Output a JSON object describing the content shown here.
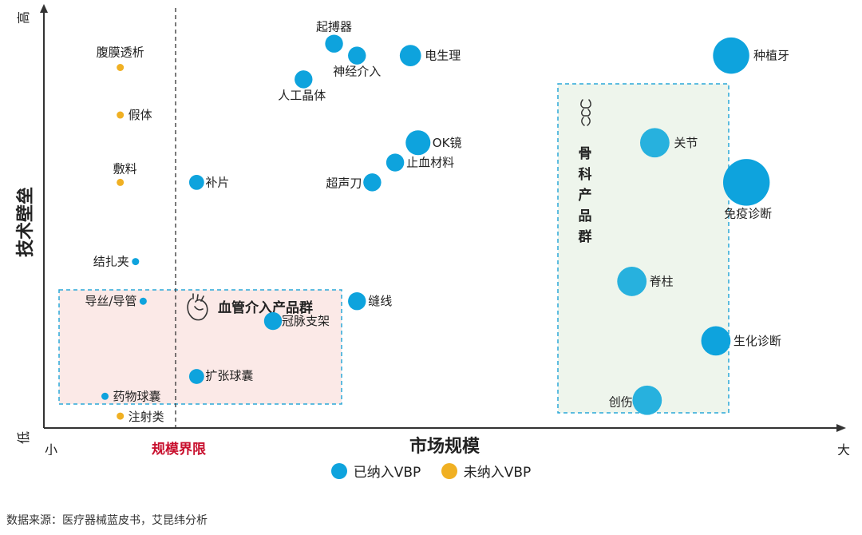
{
  "chart_data": {
    "type": "scatter",
    "xlabel": "市场规模",
    "ylabel": "技术壁垒",
    "x_low": "小",
    "x_high": "大",
    "y_low": "低",
    "y_high": "高",
    "threshold_label": "规模界限",
    "groups": [
      {
        "name": "血管介入产品群",
        "icon": "heart-icon",
        "color": "#fbe9e7"
      },
      {
        "name": "骨科产品群",
        "icon": "spine-icon",
        "color": "#eef5ec"
      }
    ],
    "legend": [
      {
        "name": "已纳入VBP",
        "color": "#0ea3dd"
      },
      {
        "name": "未纳入VBP",
        "color": "#f0b023"
      }
    ],
    "points": [
      {
        "label": "腹膜透析",
        "x": 1.0,
        "y": 9.1,
        "size": 1,
        "vbp": false
      },
      {
        "label": "假体",
        "x": 1.0,
        "y": 7.9,
        "size": 1,
        "vbp": false
      },
      {
        "label": "敷料",
        "x": 1.0,
        "y": 6.2,
        "size": 1,
        "vbp": false
      },
      {
        "label": "注射类",
        "x": 1.0,
        "y": 0.3,
        "size": 1,
        "vbp": false
      },
      {
        "label": "结扎夹",
        "x": 1.2,
        "y": 4.2,
        "size": 1,
        "vbp": true
      },
      {
        "label": "导丝/导管",
        "x": 1.3,
        "y": 3.2,
        "size": 1,
        "vbp": true
      },
      {
        "label": "药物球囊",
        "x": 0.8,
        "y": 0.8,
        "size": 1,
        "vbp": true
      },
      {
        "label": "补片",
        "x": 2.0,
        "y": 6.2,
        "size": 1.5,
        "vbp": true
      },
      {
        "label": "扩张球囊",
        "x": 2.0,
        "y": 1.3,
        "size": 1.5,
        "vbp": true
      },
      {
        "label": "冠脉支架",
        "x": 3.0,
        "y": 2.7,
        "size": 2,
        "vbp": true
      },
      {
        "label": "人工晶体",
        "x": 3.4,
        "y": 8.8,
        "size": 2,
        "vbp": true
      },
      {
        "label": "起搏器",
        "x": 3.8,
        "y": 9.7,
        "size": 2,
        "vbp": true
      },
      {
        "label": "神经介入",
        "x": 4.1,
        "y": 9.4,
        "size": 2,
        "vbp": true
      },
      {
        "label": "缝线",
        "x": 4.1,
        "y": 3.2,
        "size": 2,
        "vbp": true
      },
      {
        "label": "超声刀",
        "x": 4.3,
        "y": 6.2,
        "size": 2,
        "vbp": true
      },
      {
        "label": "止血材料",
        "x": 4.6,
        "y": 6.7,
        "size": 2,
        "vbp": true
      },
      {
        "label": "电生理",
        "x": 4.8,
        "y": 9.4,
        "size": 2.6,
        "vbp": true
      },
      {
        "label": "OK镜",
        "x": 4.9,
        "y": 7.2,
        "size": 3.2,
        "vbp": true
      },
      {
        "label": "关节",
        "x": 8.0,
        "y": 7.2,
        "size": 4,
        "vbp": true
      },
      {
        "label": "脊柱",
        "x": 7.7,
        "y": 3.7,
        "size": 4,
        "vbp": true
      },
      {
        "label": "创伤",
        "x": 7.9,
        "y": 0.7,
        "size": 4,
        "vbp": true
      },
      {
        "label": "种植牙",
        "x": 9.0,
        "y": 9.4,
        "size": 5.2,
        "vbp": true
      },
      {
        "label": "免疫诊断",
        "x": 9.2,
        "y": 6.2,
        "size": 7,
        "vbp": true
      },
      {
        "label": "生化诊断",
        "x": 8.8,
        "y": 2.2,
        "size": 4,
        "vbp": true
      }
    ]
  },
  "source": "数据来源：医疗器械蓝皮书，艾昆纬分析"
}
